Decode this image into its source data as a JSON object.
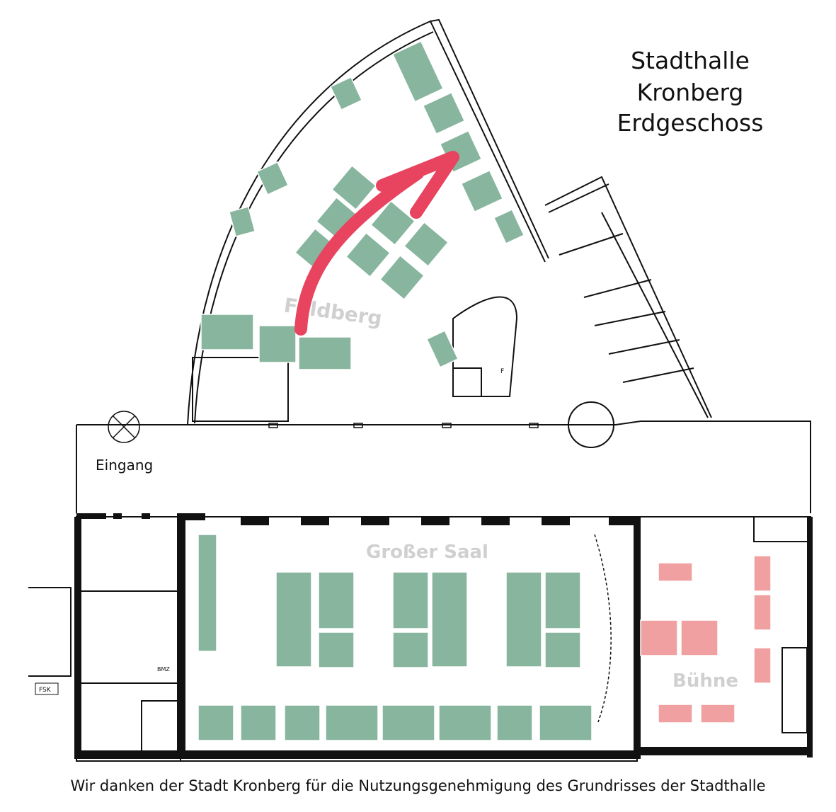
{
  "title": {
    "line1": "Stadthalle",
    "line2": "Kronberg",
    "line3": "Erdgeschoss"
  },
  "rooms": {
    "feldberg": "Feldberg",
    "grosser_saal": "Großer Saal",
    "buehne": "Bühne",
    "eingang": "Eingang"
  },
  "small_labels": {
    "fsk": "FSK",
    "bmz": "BMZ",
    "f": "F"
  },
  "credit": "Wir danken der Stadt Kronberg für die Nutzungsgenehmigung des Grundrisses der Stadthalle",
  "colors": {
    "table_green": "#88b59e",
    "stage_pink": "#f0a0a0",
    "arrow_red": "#e8435f",
    "wall": "#111111",
    "room_label": "#d0d0d0"
  },
  "arrow": {
    "from": "feldberg-entrance",
    "to": "feldberg-window-tables"
  }
}
